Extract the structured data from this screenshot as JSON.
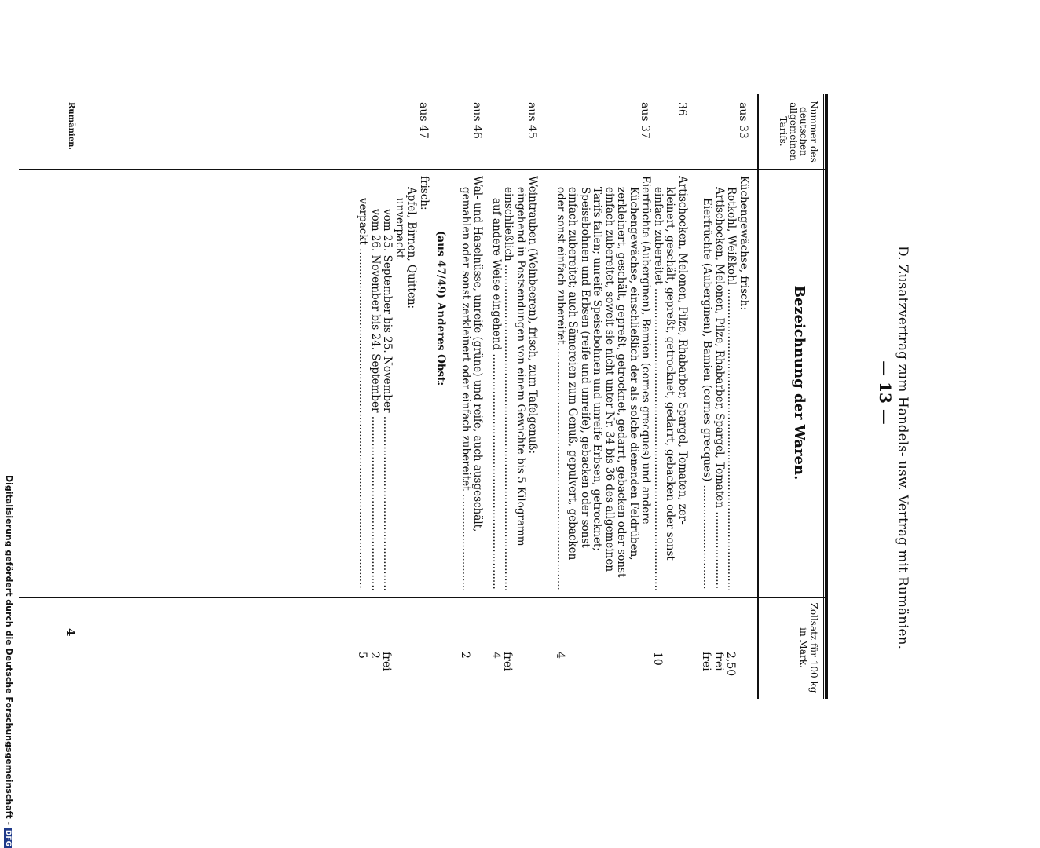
{
  "header": {
    "title": "D. Zusatzvertrag zum Handels- usw. Vertrag mit Rumänien.",
    "page_number": "— 13 —"
  },
  "table": {
    "col_number_header": "Nummer des deutschen allgemeinen Tarifs.",
    "col_goods_header": "Bezeichnung der Waren.",
    "col_rate_header": "Zollsatz für 100 kg in Mark.",
    "rows": [
      {
        "num": "aus 33",
        "lines": [
          {
            "text": "Küchengewächse, frisch:",
            "indent": 0,
            "dots": false
          },
          {
            "text": "Rotkohl, Weißkohl",
            "indent": 1,
            "dots": true,
            "rate": "2,50"
          },
          {
            "text": "Artischocken, Melonen, Pilze, Rhabarber, Spargel, Tomaten",
            "indent": 1,
            "dots": true,
            "rate": "frei"
          },
          {
            "text": "Eierfrüchte (Auberginen), Bamien (cornes grecques)",
            "indent": 2,
            "dots": true,
            "rate": "frei"
          }
        ]
      },
      {
        "num": "36",
        "lines": [
          {
            "text": "Artischocken, Melonen, Pilze, Rhabarber, Spargel, Tomaten, zer-",
            "indent": 0,
            "dots": false
          },
          {
            "text": "kleinert, geschält, gepreßt, getrocknet, gedarrt, gebacken oder sonst",
            "indent": 1,
            "dots": false
          },
          {
            "text": "einfach zubereitet",
            "indent": 1,
            "dots": true,
            "rate": "10"
          }
        ]
      },
      {
        "num": "aus 37",
        "lines": [
          {
            "text": "Eierfrüchte (Auberginen), Bamien (cornes grecques) und andere",
            "indent": 0,
            "dots": false
          },
          {
            "text": "Küchengewächse, einschließlich der als solche dienenden Feldrüben,",
            "indent": 1,
            "dots": false
          },
          {
            "text": "zerkleinert, geschält, gepreßt, getrocknet, gedarrt, gebacken oder sonst",
            "indent": 1,
            "dots": false
          },
          {
            "text": "einfach zubereitet, soweit sie nicht unter Nr. 34 bis 36 des allgemeinen",
            "indent": 1,
            "dots": false
          },
          {
            "text": "Tarifs fallen; unreife Speisebohnen und unreife Erbsen, getrocknet;",
            "indent": 1,
            "dots": false
          },
          {
            "text": "Speisebohnen und Erbsen (reife und unreife), gebacken oder sonst",
            "indent": 1,
            "dots": false
          },
          {
            "text": "einfach zubereitet; auch Sämereien zum Genuß, gepulvert, gebacken",
            "indent": 1,
            "dots": false
          },
          {
            "text": "oder sonst einfach zubereitet",
            "indent": 1,
            "dots": true,
            "rate": "4"
          }
        ]
      },
      {
        "num": "aus 45",
        "lines": [
          {
            "text": "Weintrauben (Weinbeeren), frisch, zum Tafelgenuß:",
            "indent": 0,
            "dots": false
          },
          {
            "text": "eingehend in Postsendungen von einem Gewichte bis 5 Kilogramm",
            "indent": 1,
            "dots": false
          },
          {
            "text": "einschließlich",
            "indent": 1,
            "dots": true,
            "rate": "frei"
          },
          {
            "text": "auf andere Weise eingehend",
            "indent": 2,
            "dots": true,
            "rate": "4"
          }
        ]
      },
      {
        "num": "aus 46",
        "lines": [
          {
            "text": "Wal- und Haselnüsse, unreife (grüne) und reife, auch ausgeschält,",
            "indent": 0,
            "dots": false
          },
          {
            "text": "gemahlen oder sonst zerkleinert oder einfach zubereitet",
            "indent": 1,
            "dots": true,
            "rate": "2"
          }
        ]
      },
      {
        "num": "",
        "lines": [
          {
            "text": "(aus 47/49) Anderes Obst:",
            "indent": 5,
            "dots": false,
            "bold": true
          }
        ]
      },
      {
        "num": "aus 47",
        "lines": [
          {
            "text": "frisch:",
            "indent": 0,
            "dots": false
          },
          {
            "text": "Äpfel, Birnen, Quitten:",
            "indent": 1,
            "dots": false
          },
          {
            "text": "unverpackt",
            "indent": 2,
            "dots": false
          },
          {
            "text": "vom 25. September bis 25. November",
            "indent": 3,
            "dots": true,
            "rate": "frei"
          },
          {
            "text": "vom 26. November bis 24. September",
            "indent": 3,
            "dots": true,
            "rate": "2"
          },
          {
            "text": "verpackt",
            "indent": 2,
            "dots": true,
            "rate": "5"
          }
        ]
      }
    ]
  },
  "footer": {
    "sheet_mark": "4",
    "country": "Rumänien.",
    "digitization_note": "Digitalisierung gefördert durch die Deutsche Forschungsgemeinschaft -",
    "logo_text": "DFG"
  }
}
